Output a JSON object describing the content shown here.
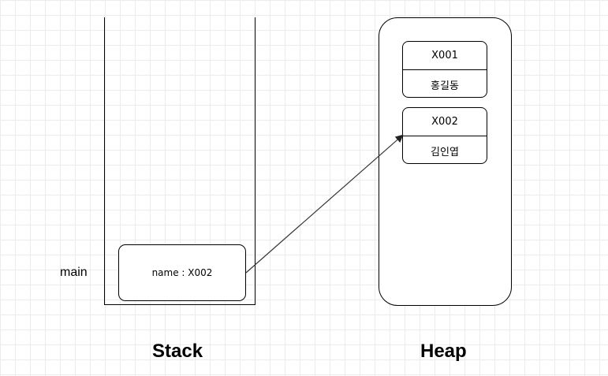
{
  "stack": {
    "caption": "Stack",
    "frame_label": "main",
    "frame_content": "name : X002"
  },
  "heap": {
    "caption": "Heap",
    "objects": [
      {
        "address": "X001",
        "value": "홍길동"
      },
      {
        "address": "X002",
        "value": "김인엽"
      }
    ]
  },
  "colors": {
    "grid": "#ececec",
    "stroke": "#000000",
    "arrow": "#333333"
  }
}
